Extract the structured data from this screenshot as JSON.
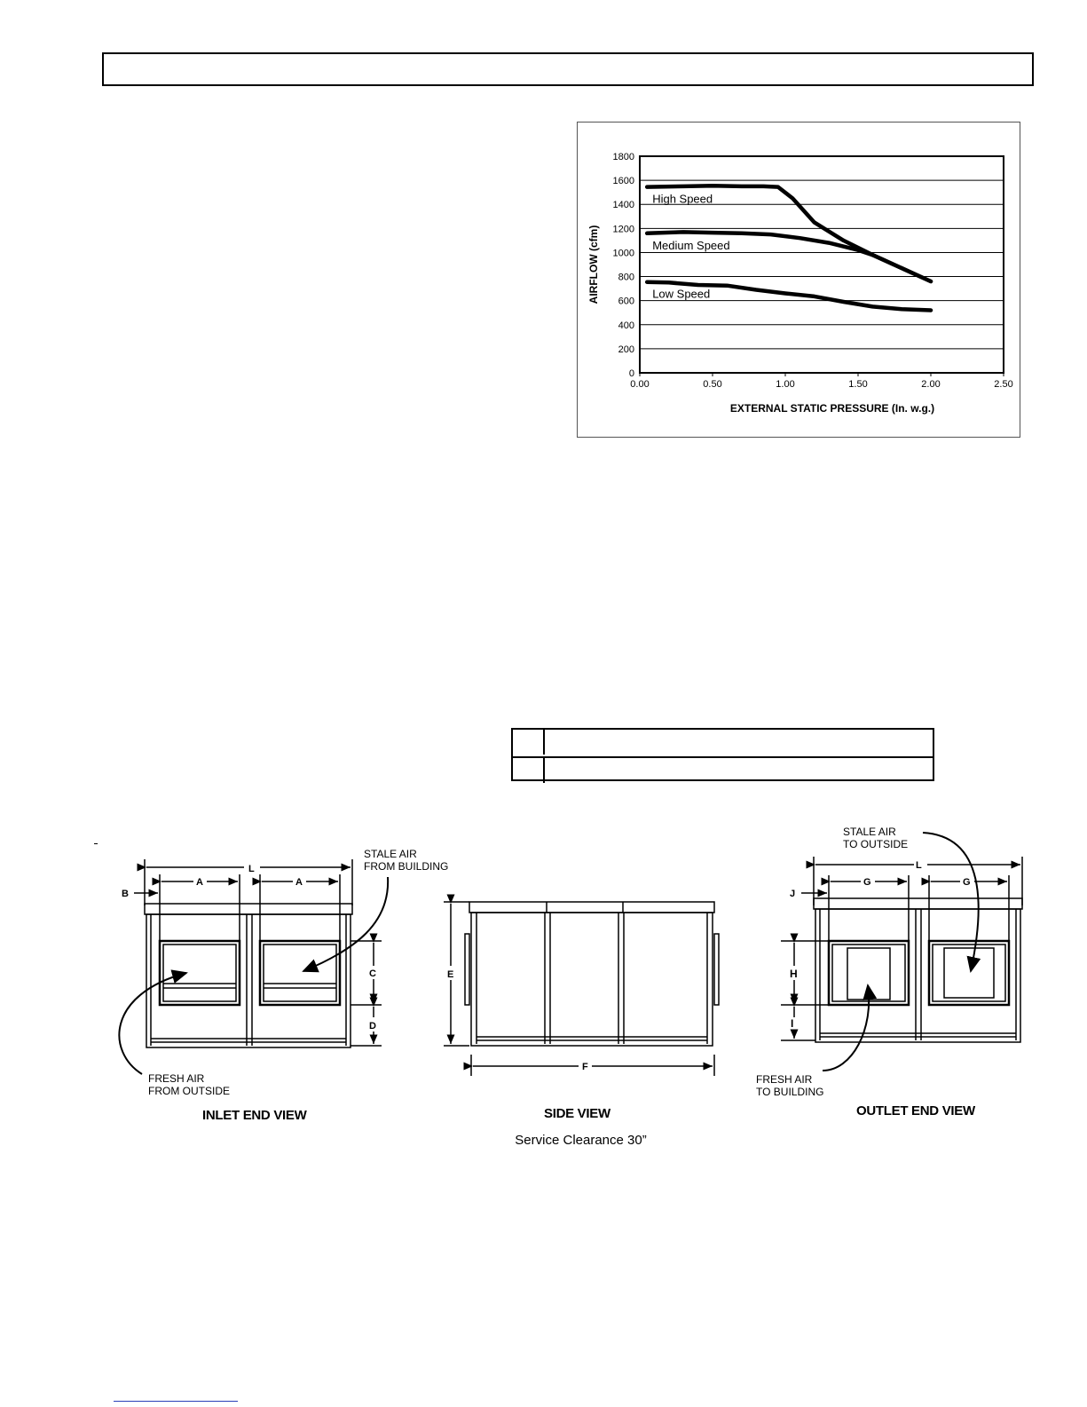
{
  "chart_data": {
    "type": "line",
    "xlabel": "EXTERNAL STATIC PRESSURE (In. w.g.)",
    "ylabel": "AIRFLOW (cfm)",
    "xlim": [
      0,
      2.5
    ],
    "ylim": [
      0,
      1800
    ],
    "x_ticks": [
      "0.00",
      "0.50",
      "1.00",
      "1.50",
      "2.00",
      "2.50"
    ],
    "y_ticks": [
      "0",
      "200",
      "400",
      "600",
      "800",
      "1000",
      "1200",
      "1400",
      "1600",
      "1800"
    ],
    "grid": "horizontal",
    "series": [
      {
        "name": "High Speed",
        "x": [
          0.05,
          0.3,
          0.5,
          0.7,
          0.85,
          0.95,
          1.05,
          1.2,
          1.4,
          1.6,
          1.8,
          2.0
        ],
        "y": [
          1545,
          1550,
          1555,
          1550,
          1550,
          1545,
          1450,
          1250,
          1100,
          980,
          870,
          760
        ]
      },
      {
        "name": "Medium Speed",
        "x": [
          0.05,
          0.3,
          0.5,
          0.7,
          0.9,
          1.1,
          1.3,
          1.5,
          1.6,
          1.8,
          2.0
        ],
        "y": [
          1160,
          1170,
          1165,
          1160,
          1150,
          1120,
          1080,
          1020,
          980,
          870,
          760
        ]
      },
      {
        "name": "Low Speed",
        "x": [
          0.05,
          0.2,
          0.4,
          0.6,
          0.8,
          1.0,
          1.2,
          1.4,
          1.6,
          1.8,
          2.0
        ],
        "y": [
          755,
          750,
          730,
          725,
          690,
          660,
          635,
          590,
          550,
          530,
          520
        ]
      }
    ]
  },
  "drawing": {
    "inlet": {
      "caption": "INLET END VIEW",
      "dim_L": "L",
      "dim_A1": "A",
      "dim_A2": "A",
      "dim_B": "B",
      "dim_C": "C",
      "dim_D": "D",
      "stale_air_1": "STALE AIR",
      "stale_air_2": "FROM BUILDING",
      "fresh_air_1": "FRESH AIR",
      "fresh_air_2": "FROM OUTSIDE"
    },
    "side": {
      "caption": "SIDE VIEW",
      "dim_E": "E",
      "dim_F": "F"
    },
    "outlet": {
      "caption": "OUTLET END VIEW",
      "dim_L": "L",
      "dim_G1": "G",
      "dim_G2": "G",
      "dim_J": "J",
      "dim_H": "H",
      "dim_I": "I",
      "stale_air_1": "STALE AIR",
      "stale_air_2": "TO OUTSIDE",
      "fresh_air_1": "FRESH AIR",
      "fresh_air_2": "TO BUILDING"
    },
    "clearance_note": "Service Clearance 30”"
  }
}
